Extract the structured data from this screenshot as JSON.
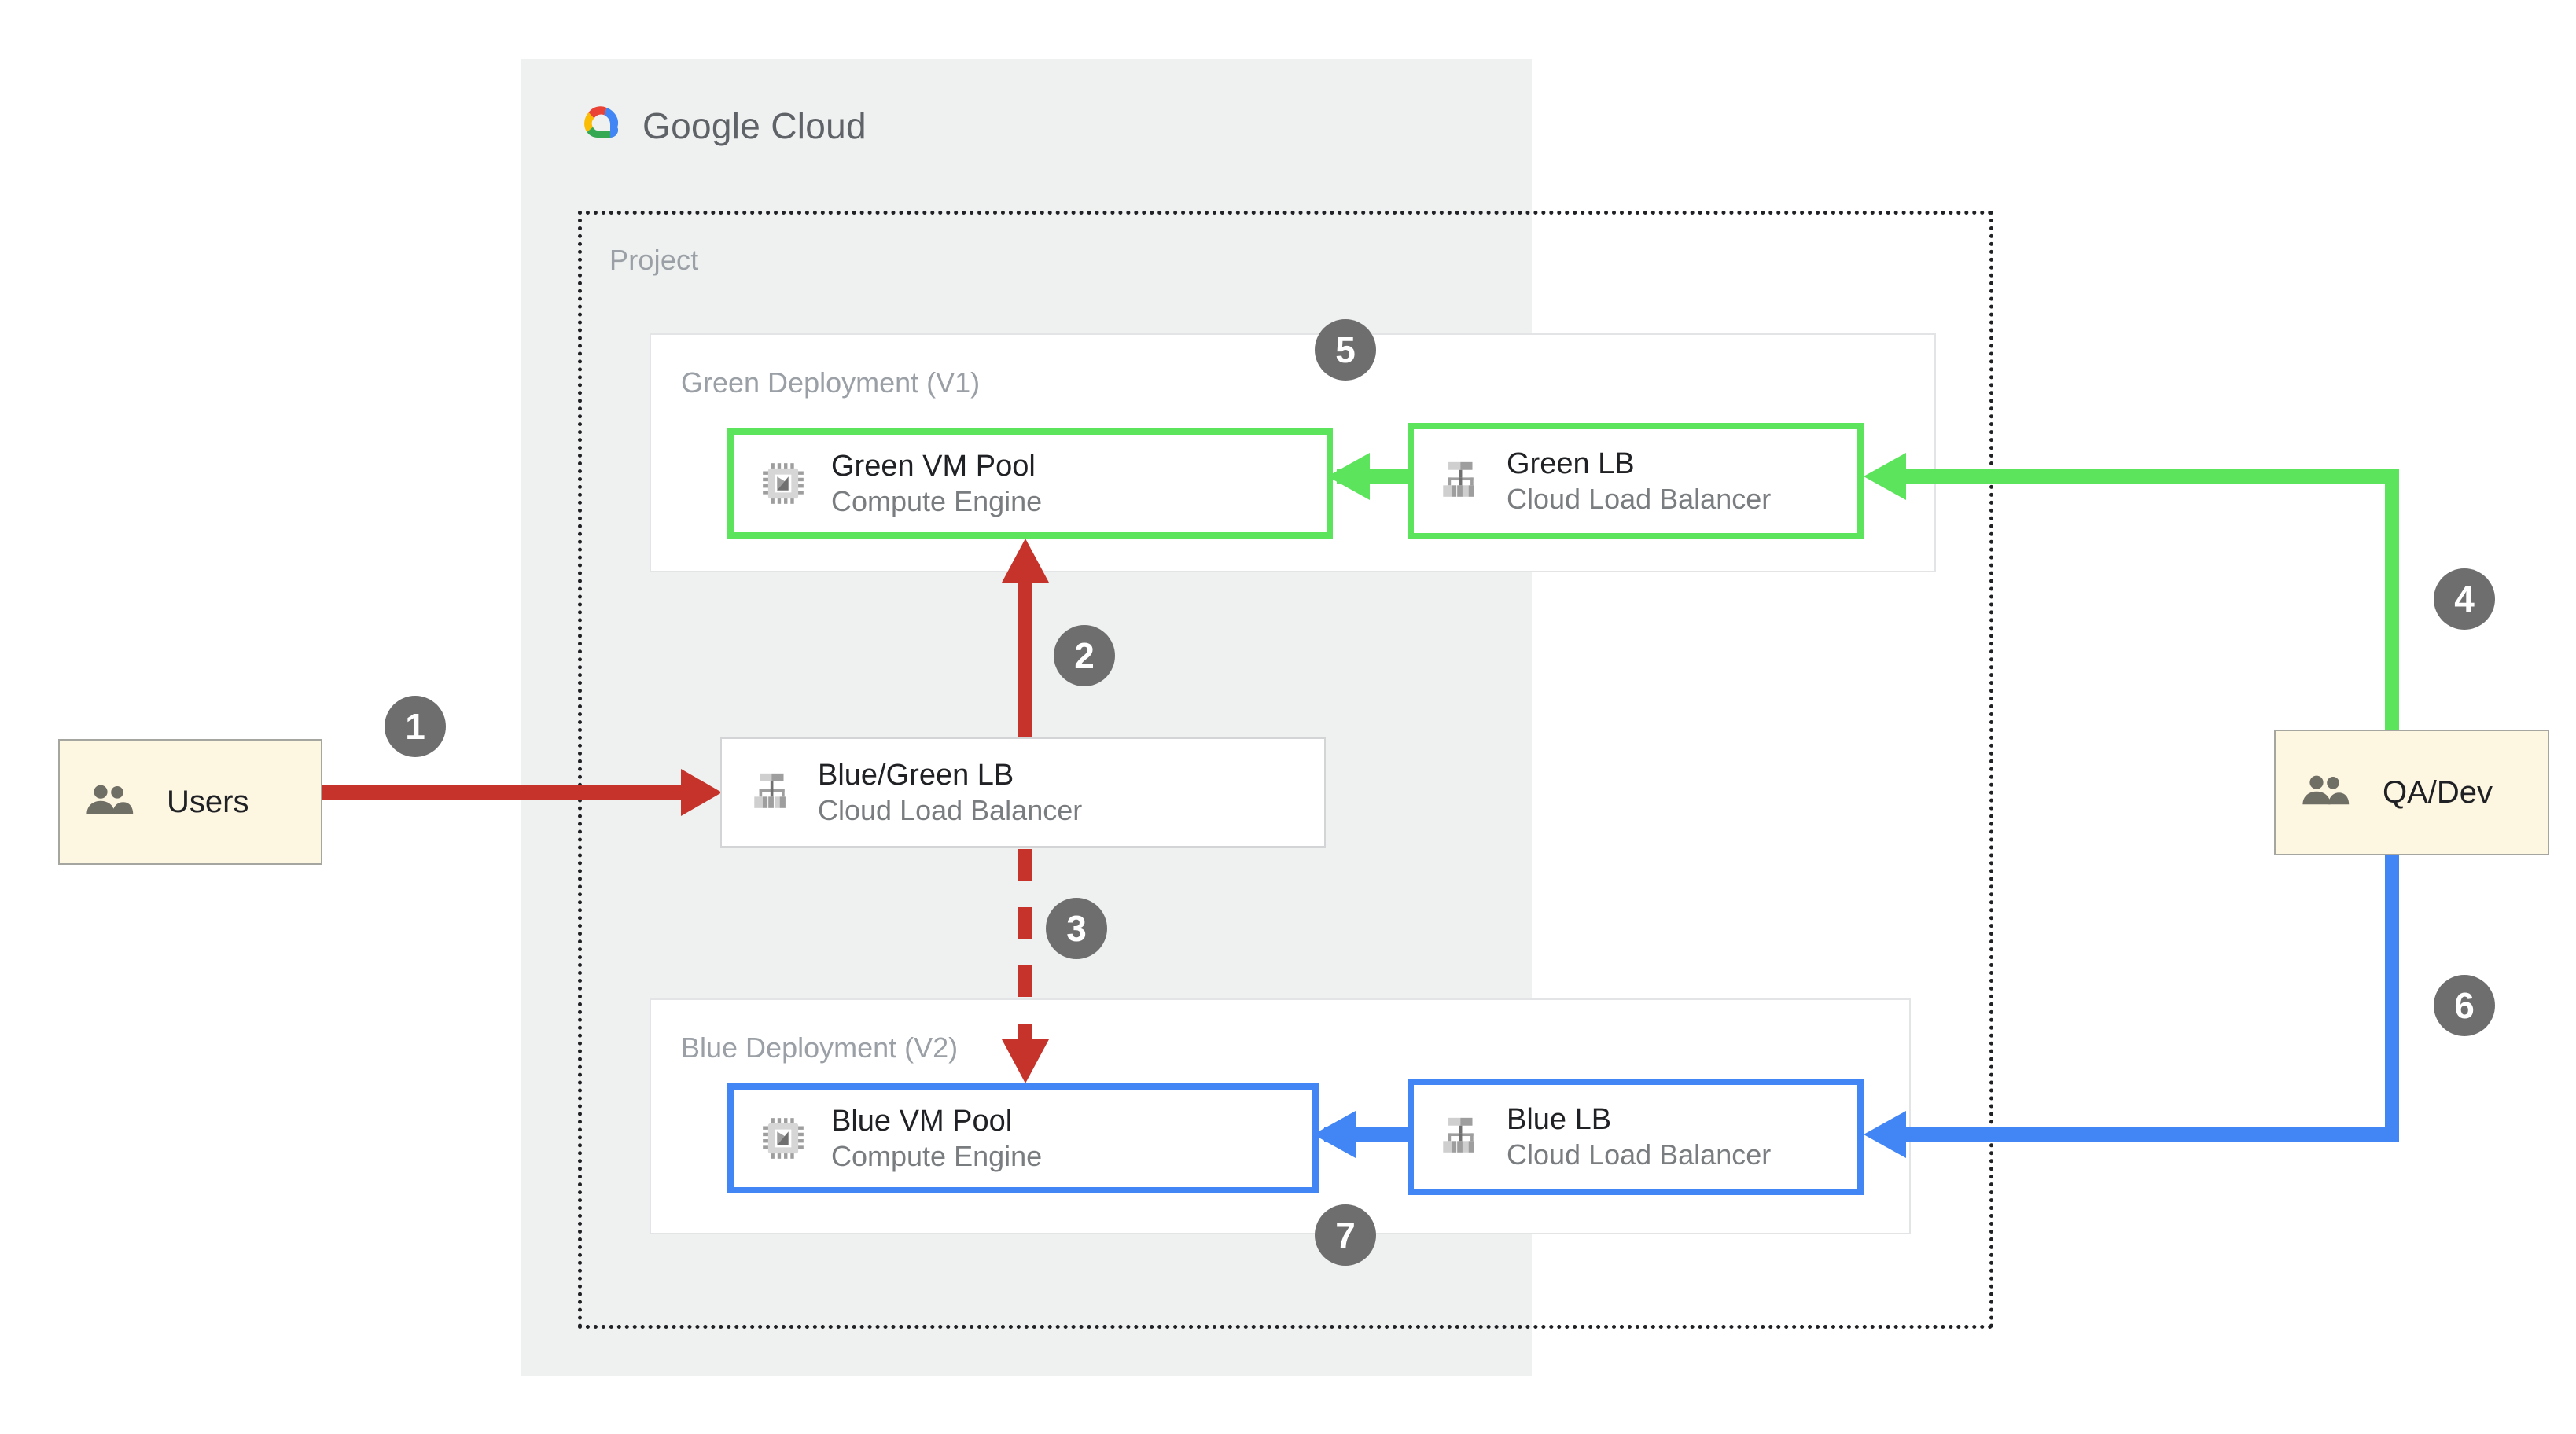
{
  "brand": {
    "name_regular": "Google",
    "name_light": "Cloud",
    "logo_icon": "google-cloud-logo"
  },
  "colors": {
    "panel_bg": "#EFF0F0",
    "green": "#5CE55C",
    "blue": "#4285F4",
    "red": "#C5332A",
    "badge_gray": "#6E6E6E",
    "actor_fill": "#FDF6E1",
    "label_gray": "#9AA0A6"
  },
  "project": {
    "label": "Project"
  },
  "deployments": {
    "green": {
      "label": "Green Deployment (V1)"
    },
    "blue": {
      "label": "Blue Deployment (V2)"
    }
  },
  "nodes": {
    "green_vm": {
      "title": "Green VM Pool",
      "subtitle": "Compute Engine",
      "icon": "compute-engine-icon"
    },
    "green_lb": {
      "title": "Green LB",
      "subtitle": "Cloud Load Balancer",
      "icon": "cloud-load-balancer-icon"
    },
    "bg_lb": {
      "title": "Blue/Green LB",
      "subtitle": "Cloud Load Balancer",
      "icon": "cloud-load-balancer-icon"
    },
    "blue_vm": {
      "title": "Blue VM Pool",
      "subtitle": "Compute Engine",
      "icon": "compute-engine-icon"
    },
    "blue_lb": {
      "title": "Blue LB",
      "subtitle": "Cloud Load Balancer",
      "icon": "cloud-load-balancer-icon"
    }
  },
  "actors": {
    "users": {
      "label": "Users",
      "icon": "users-icon"
    },
    "qa_dev": {
      "label": "QA/Dev",
      "icon": "users-icon"
    }
  },
  "steps": [
    {
      "number": "1",
      "from": "Users",
      "to": "Blue/Green LB",
      "style": "solid",
      "color": "#C5332A"
    },
    {
      "number": "2",
      "from": "Blue/Green LB",
      "to": "Green VM Pool",
      "style": "solid",
      "color": "#C5332A"
    },
    {
      "number": "3",
      "from": "Blue/Green LB",
      "to": "Blue VM Pool",
      "style": "dashed",
      "color": "#C5332A"
    },
    {
      "number": "4",
      "from": "QA/Dev",
      "to": "Green LB",
      "style": "solid",
      "color": "#5CE55C"
    },
    {
      "number": "5",
      "from": "Green LB",
      "to": "Green VM Pool",
      "style": "solid",
      "color": "#5CE55C"
    },
    {
      "number": "6",
      "from": "QA/Dev",
      "to": "Blue LB",
      "style": "solid",
      "color": "#4285F4"
    },
    {
      "number": "7",
      "from": "Blue LB",
      "to": "Blue VM Pool",
      "style": "solid",
      "color": "#4285F4"
    }
  ]
}
